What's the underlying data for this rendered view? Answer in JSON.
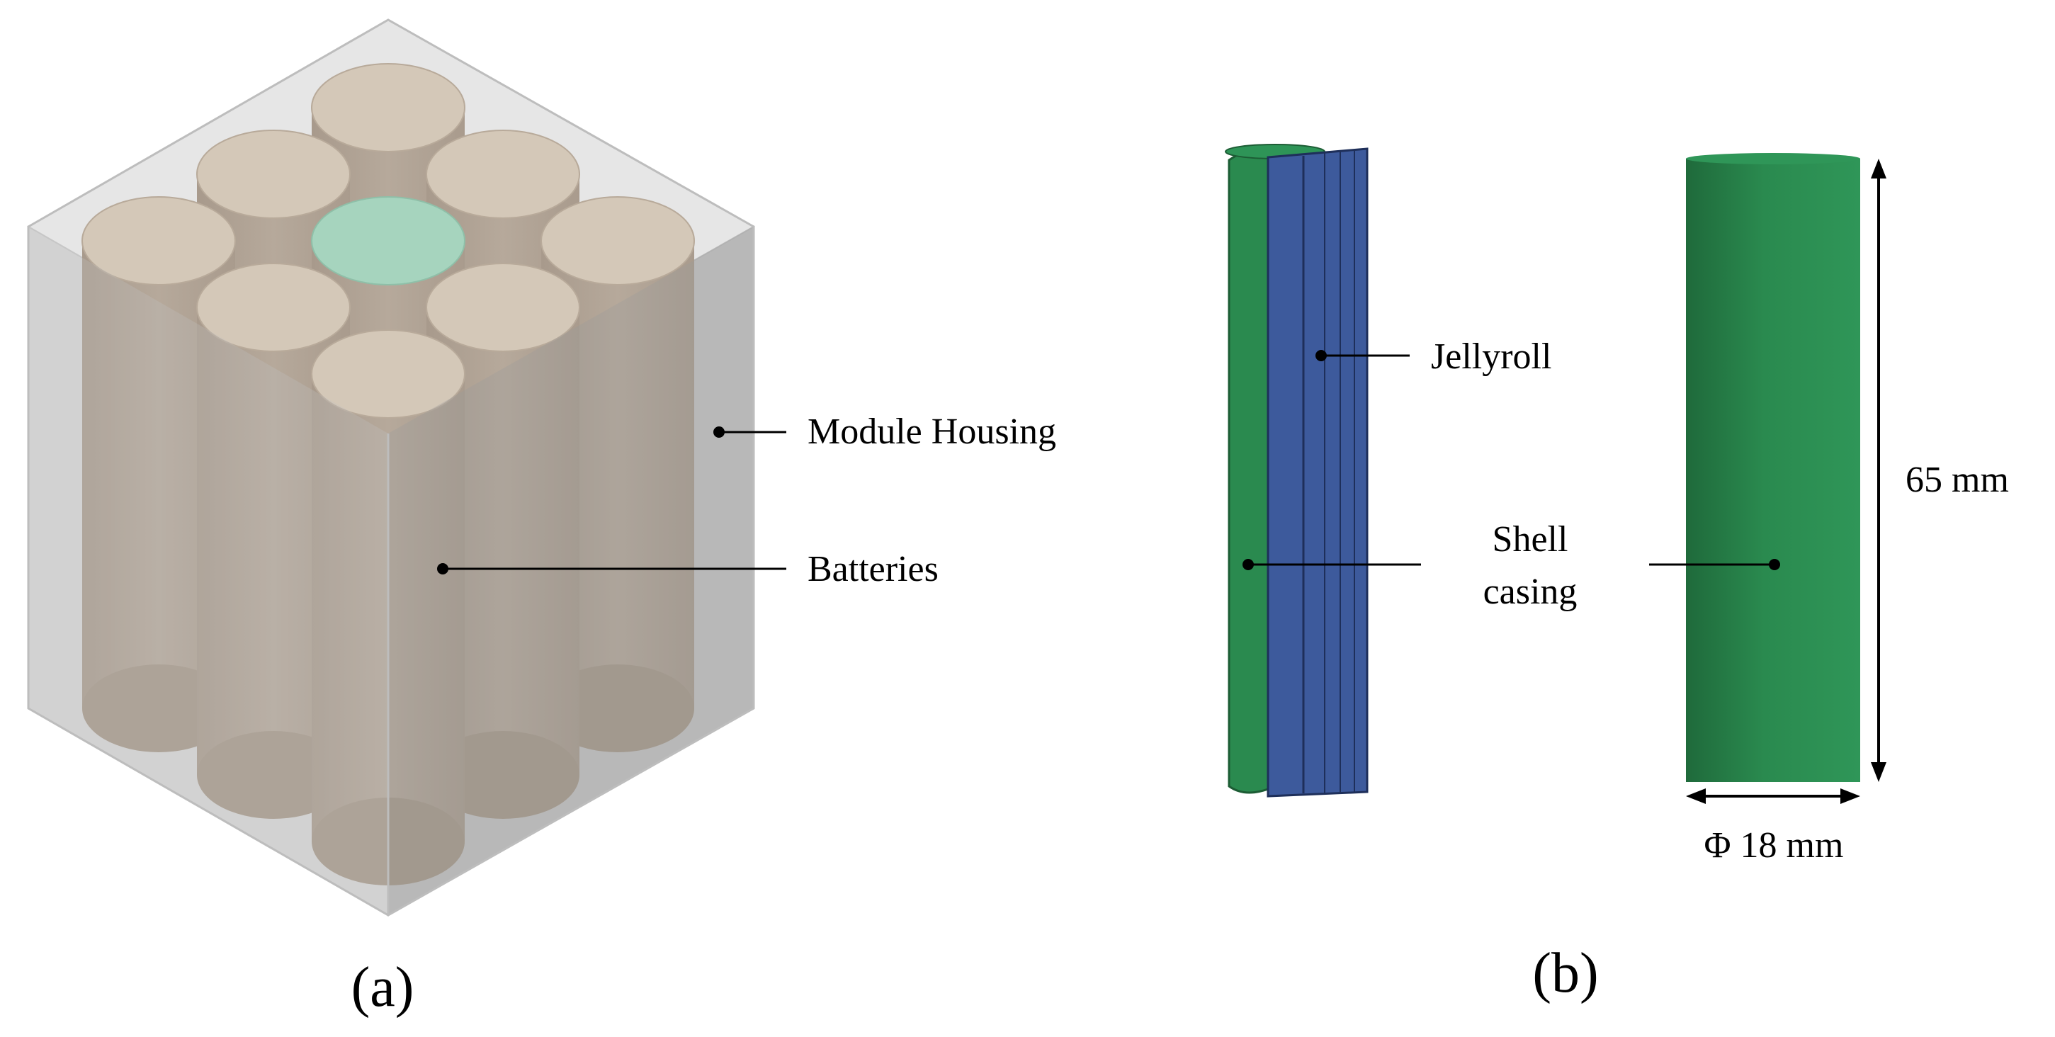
{
  "panel_a": {
    "caption": "(a)",
    "labels": {
      "module_housing": "Module Housing",
      "batteries": "Batteries"
    }
  },
  "panel_b": {
    "caption": "(b)",
    "labels": {
      "jellyroll": "Jellyroll",
      "shell_casing_line1": "Shell",
      "shell_casing_line2": "casing",
      "height": "65 mm",
      "diameter": "Φ 18 mm"
    }
  },
  "colors": {
    "battery_fill": "#b3a597",
    "battery_top": "#d4c8b8",
    "center_cell_top": "#a6d4be",
    "housing": "#cfcfcf",
    "shell_green": "#2e9457",
    "shell_dark": "#23703f",
    "jellyroll_blue": "#3d5a9c"
  }
}
